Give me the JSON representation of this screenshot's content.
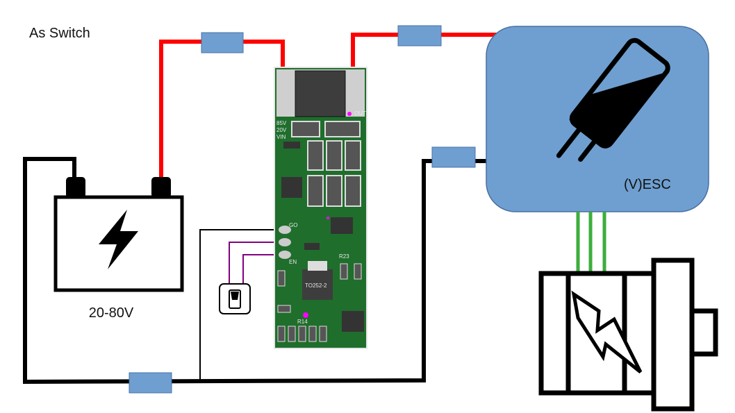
{
  "title": "As Switch",
  "battery": {
    "label": "20-80V",
    "icon": "lightning-bolt-icon"
  },
  "esc": {
    "label": "(V)ESC",
    "icon": "capacitor-icon",
    "color": "#6f9fd0"
  },
  "pcb": {
    "labels": {
      "out": "OUT",
      "v85": "85V",
      "v20": "20V",
      "vin": "VIN",
      "go": "GO",
      "en": "EN",
      "r23": "R23",
      "package": "TO252-2",
      "r14": "R14"
    }
  },
  "switch": {
    "icon": "rocker-switch-icon"
  },
  "motor": {
    "icon": "motor-icon"
  },
  "colors": {
    "positive_wire": "#ff0000",
    "negative_wire": "#000000",
    "signal_wire": "#800080",
    "phase_wire": "#3cae3c",
    "fuse": "#6f9fd0",
    "pcb": "#1f6e2c"
  }
}
